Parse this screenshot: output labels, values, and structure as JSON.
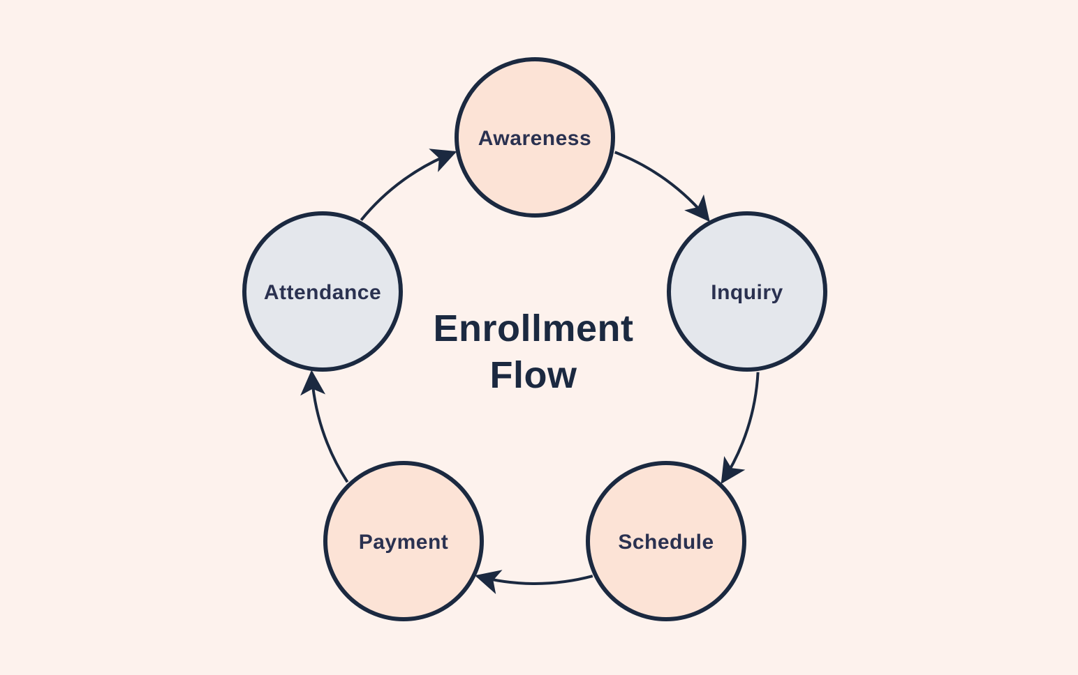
{
  "title": {
    "line1": "Enrollment",
    "line2": "Flow"
  },
  "diagram": {
    "type": "cycle",
    "direction": "clockwise",
    "nodes": [
      {
        "id": "awareness",
        "label": "Awareness",
        "position": "top",
        "fill": "#fce3d6"
      },
      {
        "id": "inquiry",
        "label": "Inquiry",
        "position": "right",
        "fill": "#e4e7ec"
      },
      {
        "id": "schedule",
        "label": "Schedule",
        "position": "bottom-right",
        "fill": "#fce3d6"
      },
      {
        "id": "payment",
        "label": "Payment",
        "position": "bottom-left",
        "fill": "#fce3d6"
      },
      {
        "id": "attendance",
        "label": "Attendance",
        "position": "left",
        "fill": "#e4e7ec"
      }
    ],
    "edges": [
      {
        "from": "Awareness",
        "to": "Inquiry"
      },
      {
        "from": "Inquiry",
        "to": "Schedule"
      },
      {
        "from": "Schedule",
        "to": "Payment"
      },
      {
        "from": "Payment",
        "to": "Attendance"
      },
      {
        "from": "Attendance",
        "to": "Awareness"
      }
    ],
    "colors": {
      "background": "#fdf2ed",
      "node_stroke": "#1b2940",
      "edge_stroke": "#1b2940",
      "label_text": "#2a3150",
      "title_text": "#1b2940",
      "peach_fill": "#fce3d6",
      "gray_fill": "#e4e7ec"
    }
  }
}
